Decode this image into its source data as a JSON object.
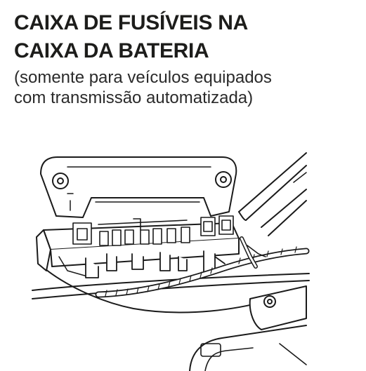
{
  "document": {
    "title_lines": [
      "CAIXA DE FUSÍVEIS NA",
      "CAIXA DA BATERIA"
    ],
    "subtitle_lines": [
      "(somente para veículos equipados",
      "com transmissão automatizada)"
    ]
  },
  "illustration": {
    "icon": "battery-fuse-box-illustration",
    "stroke_color": "#1a1a1a",
    "fill_color": "#ffffff"
  }
}
